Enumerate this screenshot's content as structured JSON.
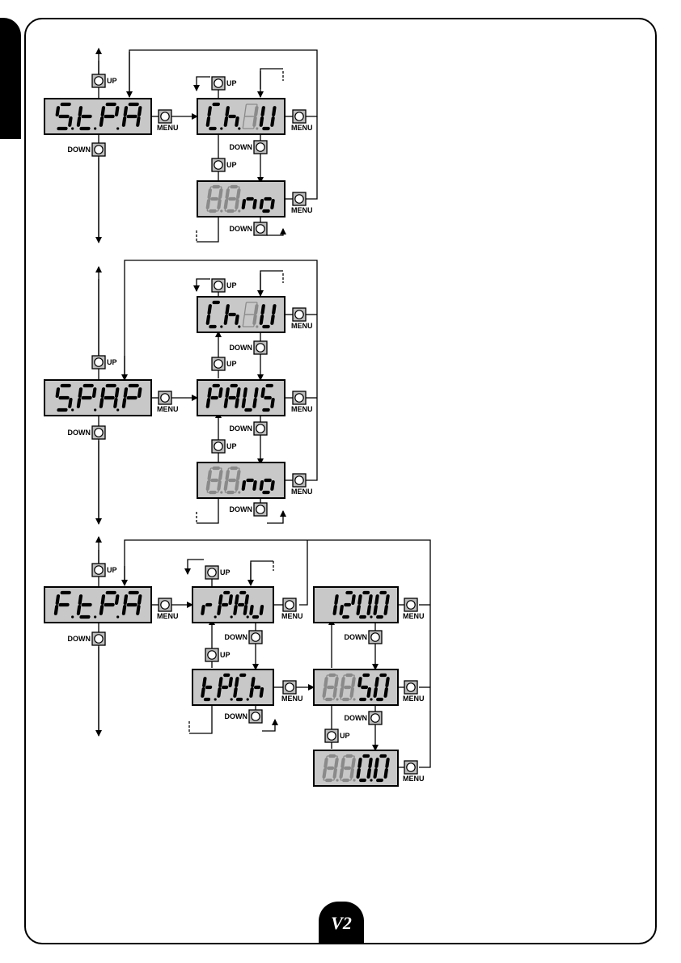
{
  "logo_text": "V2",
  "labels": {
    "up": "UP",
    "down": "DOWN",
    "menu": "MENU"
  },
  "colors": {
    "display_bg": "#c8c8c8",
    "segment_on": "#000000",
    "segment_off": "#8a8a8a",
    "button_bg": "#bdbdbd"
  },
  "displays": [
    {
      "id": "d1",
      "glyphs": [
        "S",
        "t",
        "P",
        "A"
      ],
      "dots": [
        1,
        1,
        1,
        0
      ],
      "style": [
        "on",
        "on",
        "on",
        "on"
      ]
    },
    {
      "id": "d2",
      "glyphs": [
        "C",
        "h",
        "1",
        "U"
      ],
      "dots": [
        1,
        1,
        1,
        0
      ],
      "style": [
        "on",
        "on",
        "off",
        "on"
      ]
    },
    {
      "id": "d3",
      "glyphs": [
        "8",
        "8",
        "n",
        "o"
      ],
      "dots": [
        1,
        1,
        0,
        0
      ],
      "style": [
        "off",
        "off",
        "on",
        "on"
      ]
    },
    {
      "id": "d4",
      "glyphs": [
        "S",
        "P",
        "A",
        "P"
      ],
      "dots": [
        1,
        1,
        1,
        0
      ],
      "style": [
        "on",
        "on",
        "on",
        "on"
      ]
    },
    {
      "id": "d5",
      "glyphs": [
        "C",
        "h",
        "1",
        "U"
      ],
      "dots": [
        1,
        1,
        1,
        0
      ],
      "style": [
        "on",
        "on",
        "off",
        "on"
      ]
    },
    {
      "id": "d6",
      "glyphs": [
        "P",
        "A",
        "U",
        "S"
      ],
      "dots": [
        0,
        0,
        0,
        0
      ],
      "style": [
        "on",
        "on",
        "on",
        "on"
      ]
    },
    {
      "id": "d7",
      "glyphs": [
        "8",
        "8",
        "n",
        "o"
      ],
      "dots": [
        1,
        1,
        0,
        0
      ],
      "style": [
        "off",
        "off",
        "on",
        "on"
      ]
    },
    {
      "id": "d8",
      "glyphs": [
        "F",
        "t",
        "P",
        "A"
      ],
      "dots": [
        1,
        1,
        1,
        0
      ],
      "style": [
        "on",
        "on",
        "on",
        "on"
      ]
    },
    {
      "id": "d9",
      "glyphs": [
        "r",
        "P",
        "A",
        "u"
      ],
      "dots": [
        1,
        1,
        1,
        0
      ],
      "style": [
        "on",
        "on",
        "on",
        "on"
      ]
    },
    {
      "id": "d10",
      "glyphs": [
        "t",
        "P",
        "C",
        "h"
      ],
      "dots": [
        1,
        1,
        1,
        0
      ],
      "style": [
        "on",
        "on",
        "on",
        "on"
      ]
    },
    {
      "id": "d11",
      "glyphs": [
        "1",
        "2",
        "0",
        "0"
      ],
      "dots": [
        0,
        0,
        1,
        0
      ],
      "style": [
        "on",
        "on",
        "on",
        "on"
      ]
    },
    {
      "id": "d12",
      "glyphs": [
        "8",
        "8",
        "5",
        "0"
      ],
      "dots": [
        1,
        1,
        1,
        0
      ],
      "style": [
        "off",
        "off",
        "on",
        "on"
      ]
    },
    {
      "id": "d13",
      "glyphs": [
        "8",
        "8",
        "0",
        "0"
      ],
      "dots": [
        1,
        1,
        1,
        0
      ],
      "style": [
        "off",
        "off",
        "on",
        "on"
      ]
    }
  ]
}
